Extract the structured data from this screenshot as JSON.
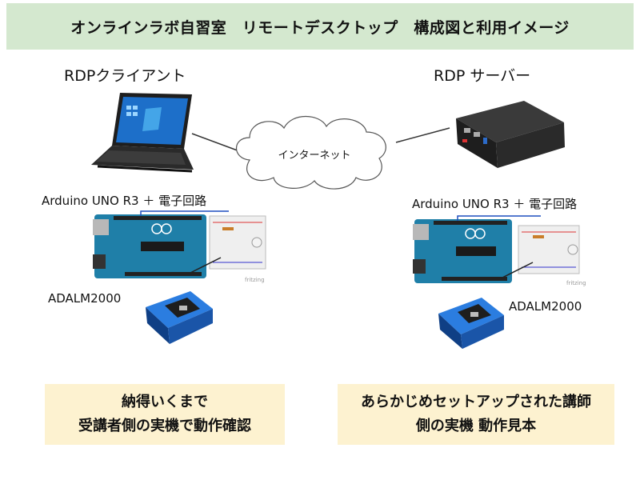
{
  "title": "オンラインラボ自習室　リモートデスクトップ　構成図と利用イメージ",
  "client": {
    "heading": "RDPクライアント",
    "circuit_label": "Arduino UNO R3 ＋ 電子回路",
    "device_label": "ADALM2000",
    "breadboard_credit": "fritzing",
    "callout_lines": [
      "納得いくまで",
      "受講者側の実機で動作確認"
    ]
  },
  "server": {
    "heading": "RDP サーバー",
    "circuit_label": "Arduino UNO R3 ＋ 電子回路",
    "device_label": "ADALM2000",
    "breadboard_credit": "fritzing",
    "callout_lines": [
      "あらかじめセットアップされた講師",
      "側の実機 動作見本"
    ]
  },
  "network": {
    "label": "インターネット"
  },
  "colors": {
    "title_bg": "#d4e8cf",
    "callout_bg": "#fdf2d0",
    "arduino_blue": "#1f7fa8",
    "device_blue": "#1d63b8"
  }
}
